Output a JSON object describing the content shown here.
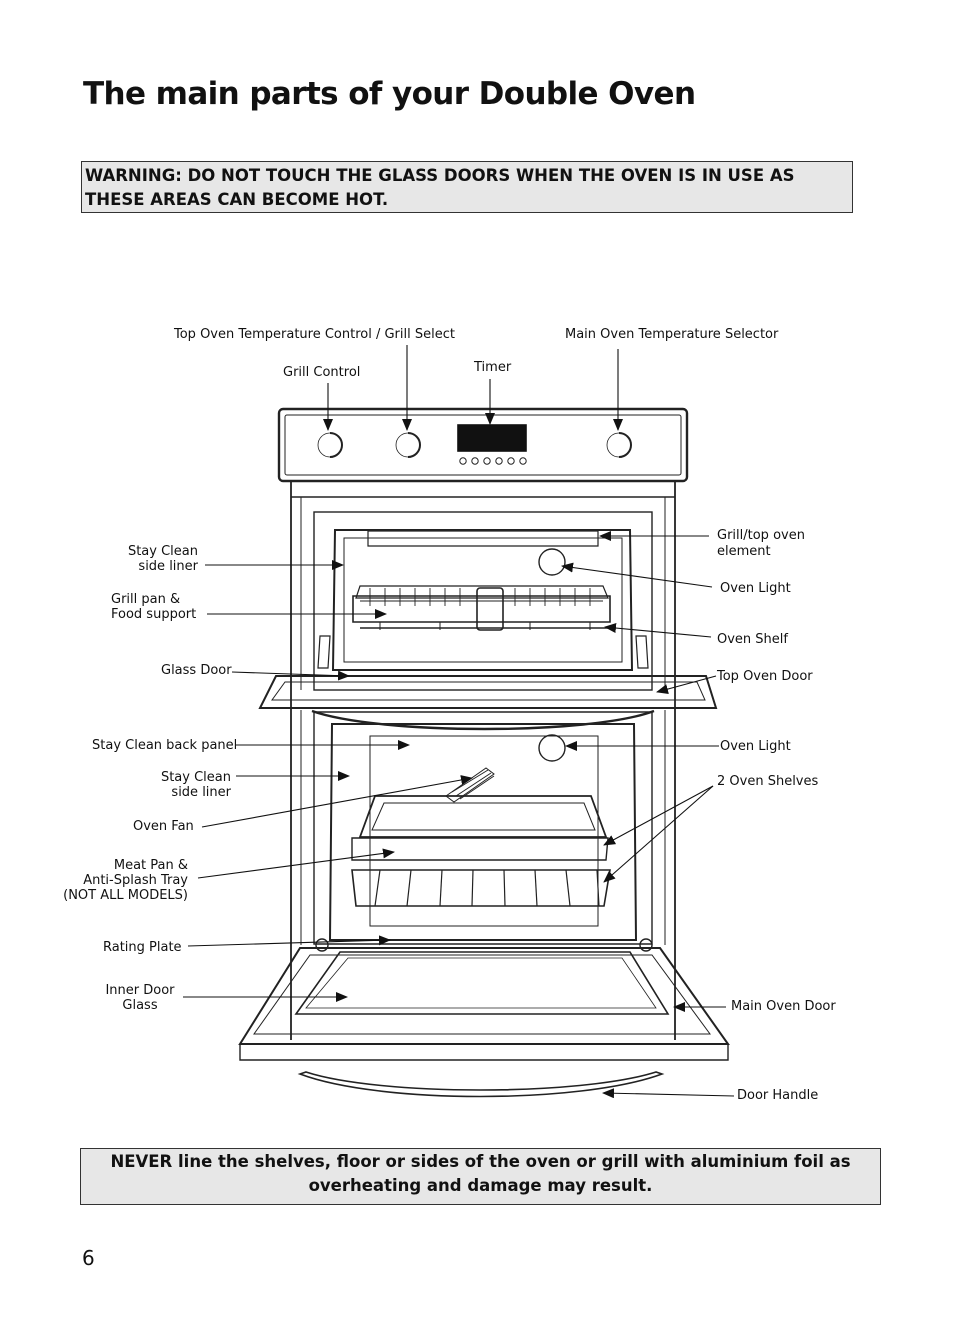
{
  "title": "The main parts of your Double Oven",
  "warning": "WARNING: DO NOT TOUCH THE GLASS DOORS WHEN THE OVEN IS IN USE AS THESE AREAS CAN BECOME HOT.",
  "never_notice": "NEVER line the shelves, floor or sides of the oven or grill with aluminium foil as overheating and damage may result.",
  "page_number": "6",
  "labels": {
    "top_oven_temp_control": "Top Oven Temperature Control / Grill Select",
    "main_oven_temp_selector": "Main Oven Temperature Selector",
    "timer": "Timer",
    "grill_control": "Grill Control",
    "stay_clean_side_liner_top": [
      "Stay Clean",
      "side liner"
    ],
    "grill_pan_food_support": [
      "Grill pan &",
      "Food support"
    ],
    "glass_door": "Glass Door",
    "stay_clean_back_panel": "Stay Clean back panel",
    "stay_clean_side_liner_main": [
      "Stay Clean",
      "side liner"
    ],
    "oven_fan": "Oven Fan",
    "meat_pan": [
      "Meat Pan &",
      "Anti-Splash Tray",
      "(NOT ALL MODELS)"
    ],
    "rating_plate": "Rating Plate",
    "inner_door_glass": [
      "Inner Door",
      "Glass"
    ],
    "grill_top_oven_element": [
      "Grill/top oven",
      "element"
    ],
    "oven_light_top": "Oven Light",
    "oven_shelf": "Oven Shelf",
    "top_oven_door": "Top Oven Door",
    "oven_light_main": "Oven Light",
    "two_oven_shelves": "2 Oven Shelves",
    "main_oven_door": "Main Oven Door",
    "door_handle": "Door Handle"
  }
}
